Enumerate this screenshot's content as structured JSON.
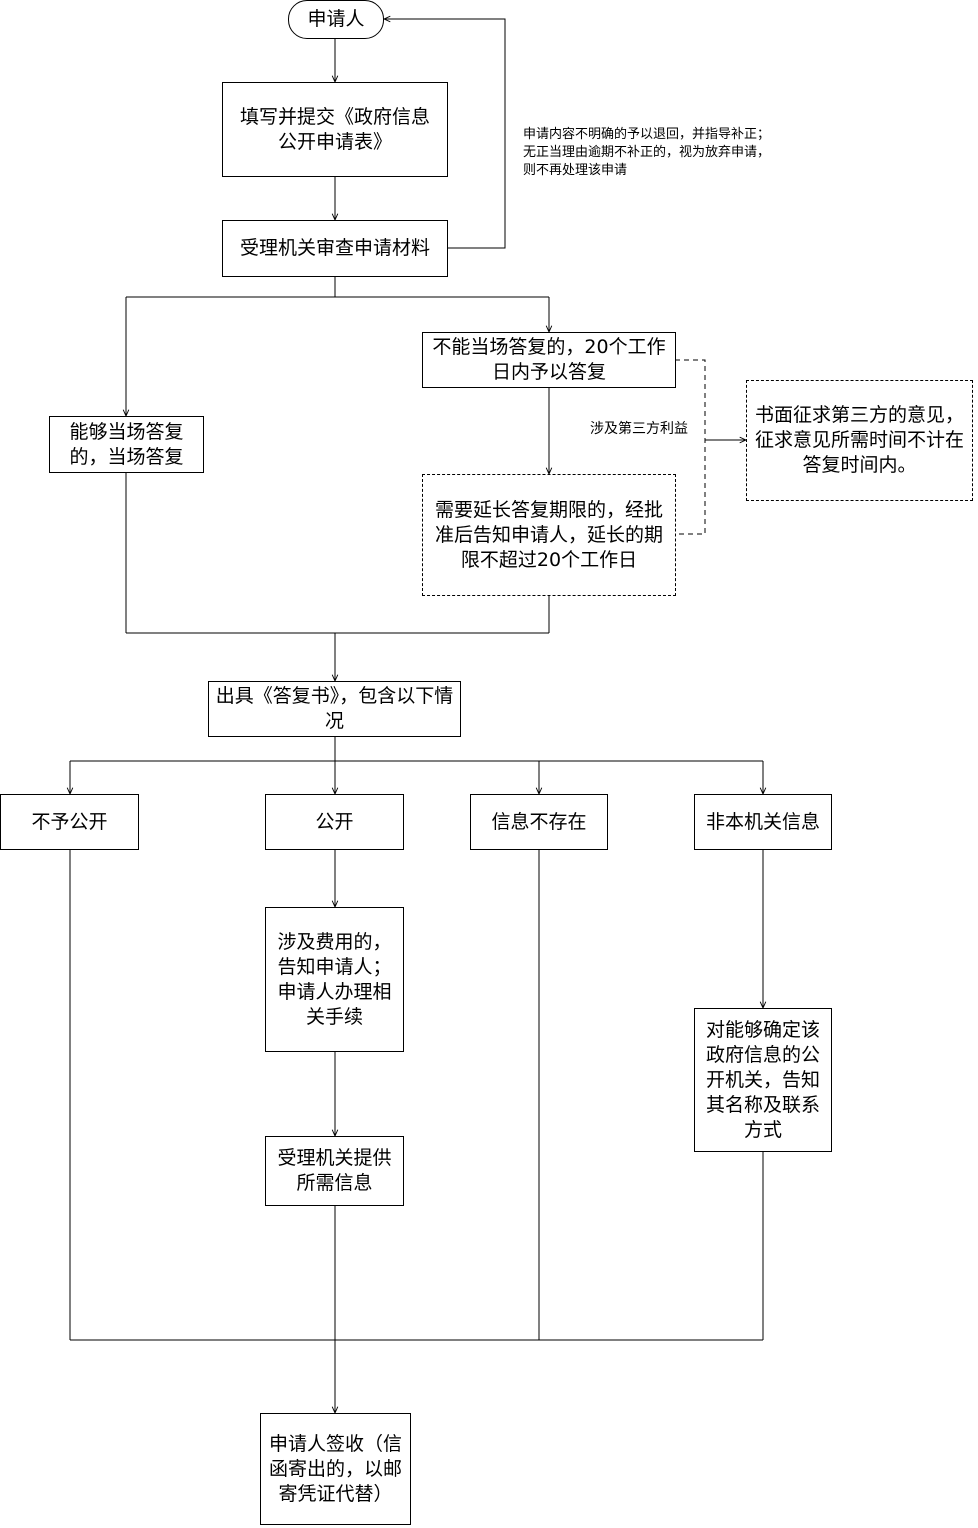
{
  "nodes": {
    "applicant": "申请人",
    "fill_form": "填写并提交《政府信息公开申请表》",
    "review": "受理机关审查申请材料",
    "immediate": "能够当场答复的，当场答复",
    "within20": "不能当场答复的，20个工作日内予以答复",
    "extend": "需要延长答复期限的，经批准后告知申请人，延长的期限不超过20个工作日",
    "third_party": "书面征求第三方的意见，征求意见所需时间不计在答复时间内。",
    "reply_doc": "出具《答复书》，包含以下情况",
    "not_public": "不予公开",
    "public": "公开",
    "no_info": "信息不存在",
    "not_this_org": "非本机关信息",
    "fees": "涉及费用的，告知申请人；申请人办理相关手续",
    "provide": "受理机关提供所需信息",
    "inform_org": "对能够确定该政府信息的公开机关，告知其名称及联系方式",
    "sign": "申请人签收（信函寄出的，以邮寄凭证代替）"
  },
  "notes": {
    "return_line1": "申请内容不明确的予以退回，并指导补正；",
    "return_line2": "无正当理由逾期不补正的，视为放弃申请，",
    "return_line3": "则不再处理该申请",
    "third_party_label": "涉及第三方利益"
  }
}
